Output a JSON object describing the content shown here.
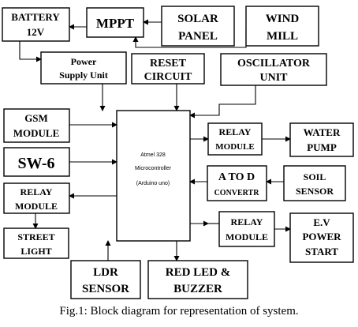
{
  "blocks": {
    "battery": [
      "BATTERY",
      "12V"
    ],
    "mppt": [
      "MPPT"
    ],
    "solar": [
      "SOLAR",
      "PANEL"
    ],
    "wind": [
      "WIND",
      "MILL"
    ],
    "psu": [
      "Power",
      "Supply Unit"
    ],
    "reset": [
      "RESET",
      "CIRCUIT"
    ],
    "oscillator": [
      "OSCILLATOR",
      "UNIT"
    ],
    "gsm": [
      "GSM",
      "MODULE"
    ],
    "sw6": [
      "SW-6"
    ],
    "relay_left": [
      "RELAY",
      "MODULE"
    ],
    "street_light": [
      "STREET",
      "LIGHT"
    ],
    "ldr": [
      "LDR",
      "SENSOR"
    ],
    "led_buzzer": [
      "RED LED &",
      "BUZZER"
    ],
    "mcu": [
      "Atmel 328",
      "Microcontroller",
      "(Arduino uno)"
    ],
    "relay_pump": [
      "RELAY",
      "MODULE"
    ],
    "water_pump": [
      "WATER",
      "PUMP"
    ],
    "atod": [
      "A TO D",
      "CONVERTR"
    ],
    "soil": [
      "SOIL",
      "SENSOR"
    ],
    "relay_ev": [
      "RELAY",
      "MODULE"
    ],
    "ev_power": [
      "E.V",
      "POWER",
      "START"
    ]
  },
  "caption": "Fig.1: Block diagram for representation of system."
}
